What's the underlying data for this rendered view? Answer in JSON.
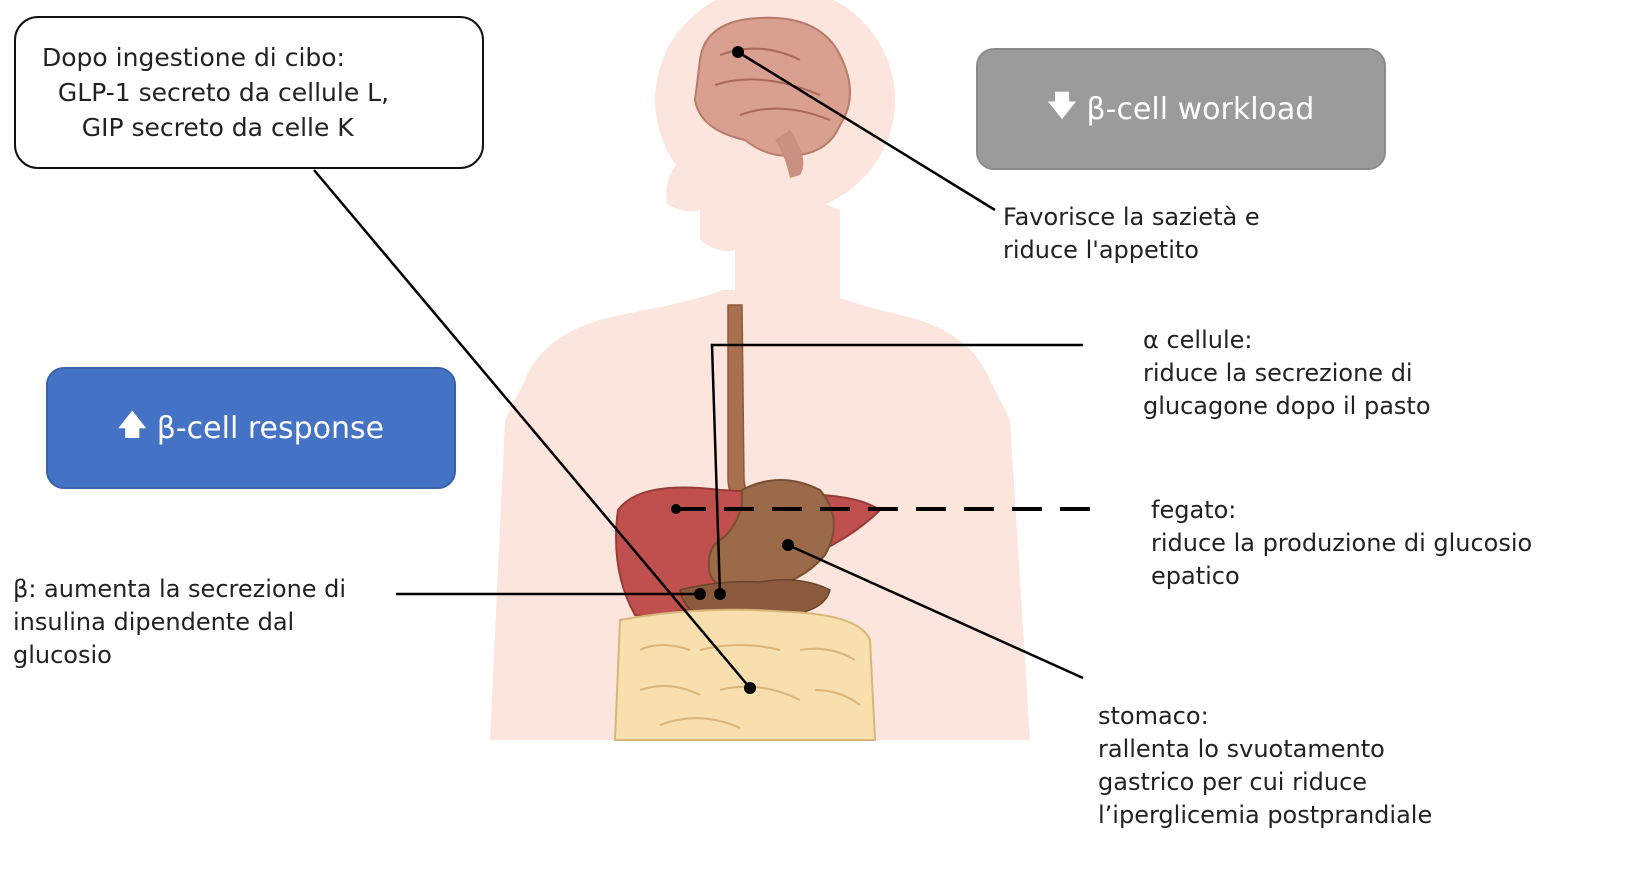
{
  "callout": {
    "line1": "Dopo ingestione di cibo:",
    "line2": "  GLP-1 secreto da cellule L,",
    "line3": "     GIP secreto da celle K"
  },
  "workload_box": {
    "arrow": "🡇",
    "label": "β-cell workload"
  },
  "response_box": {
    "arrow": "🡅",
    "label": "β-cell response"
  },
  "labels": {
    "brain": "Favorisce la sazietà e\nriduce l'appetito",
    "alpha": "α cellule:\nriduce la secrezione di\nglucagone dopo il pasto",
    "liver": "fegato:\n riduce la produzione di glucosio\nepatico",
    "beta": "β: aumenta la secrezione di\ninsulina dipendente dal\nglucosio",
    "stomach": "stomaco:\n rallenta lo svuotamento\ngastrico per cui riduce\nl’iperglicemia postprandiale"
  },
  "colors": {
    "workload": "#9b9b9b",
    "response": "#4472c4",
    "skin": "#fbe5dc",
    "liver": "#c0504d",
    "stomach": "#8b5a3c",
    "intestine": "#f7dfae"
  }
}
